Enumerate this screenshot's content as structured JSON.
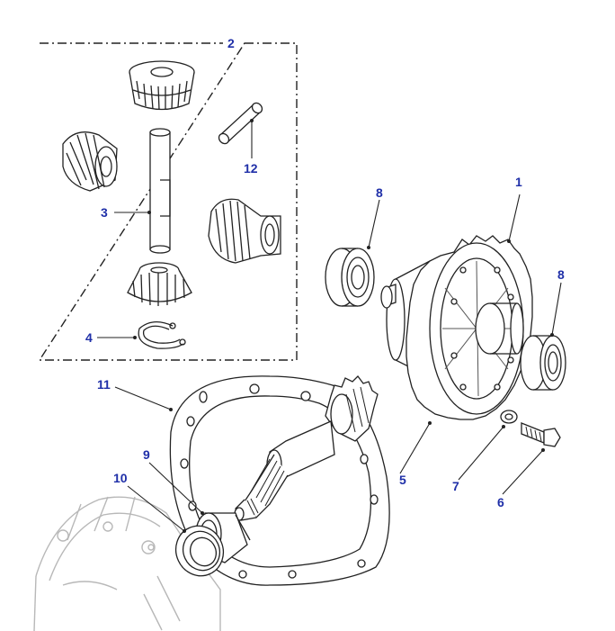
{
  "diagram": {
    "kind": "exploded parts diagram - differential assembly",
    "callouts": {
      "c1": "1",
      "c2": "2",
      "c3": "3",
      "c4": "4",
      "c5": "5",
      "c6": "6",
      "c7": "7",
      "c8a": "8",
      "c8b": "8",
      "c9": "9",
      "c10": "10",
      "c11": "11",
      "c12": "12"
    },
    "colors": {
      "callout_text": "#1f2fa8",
      "line_art": "#222222",
      "part_fill": "#ffffff",
      "housing_ghost": "#b8b8b8",
      "dashed_box": "#222222"
    }
  }
}
